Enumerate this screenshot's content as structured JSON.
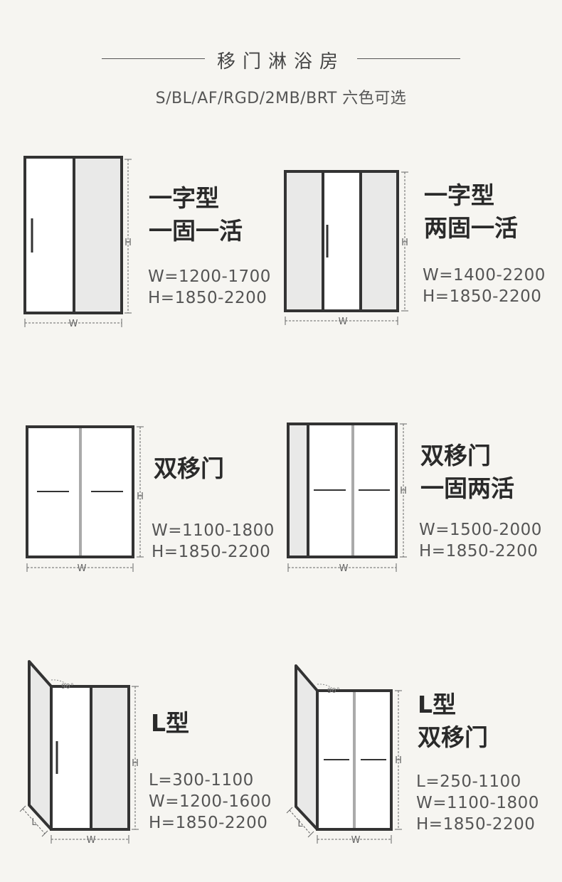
{
  "header": {
    "title": "移门淋浴房",
    "subtitle": "S/BL/AF/RGD/2MB/BRT 六色可选"
  },
  "labels": {
    "w": "W",
    "h": "H",
    "l": "L",
    "angle": "90°"
  },
  "products": [
    {
      "name_line1": "一字型",
      "name_line2": "一固一活",
      "dims": [
        "W=1200-1700",
        "H=1850-2200"
      ]
    },
    {
      "name_line1": "一字型",
      "name_line2": "两固一活",
      "dims": [
        "W=1400-2200",
        "H=1850-2200"
      ]
    },
    {
      "name_line1": "双移门",
      "name_line2": "",
      "dims": [
        "W=1100-1800",
        "H=1850-2200"
      ]
    },
    {
      "name_line1": "双移门",
      "name_line2": "一固两活",
      "dims": [
        "W=1500-2000",
        "H=1850-2200"
      ]
    },
    {
      "name_line1": "L型",
      "name_line2": "",
      "dims": [
        "L=300-1100",
        "W=1200-1600",
        "H=1850-2200"
      ]
    },
    {
      "name_line1": "L型",
      "name_line2": "双移门",
      "dims": [
        "L=250-1100",
        "W=1100-1800",
        "H=1850-2200"
      ]
    }
  ],
  "colors": {
    "frame": "#333333",
    "fixed_panel": "#e9e9e8",
    "sliding_panel": "#ffffff",
    "dashed": "#666666"
  }
}
